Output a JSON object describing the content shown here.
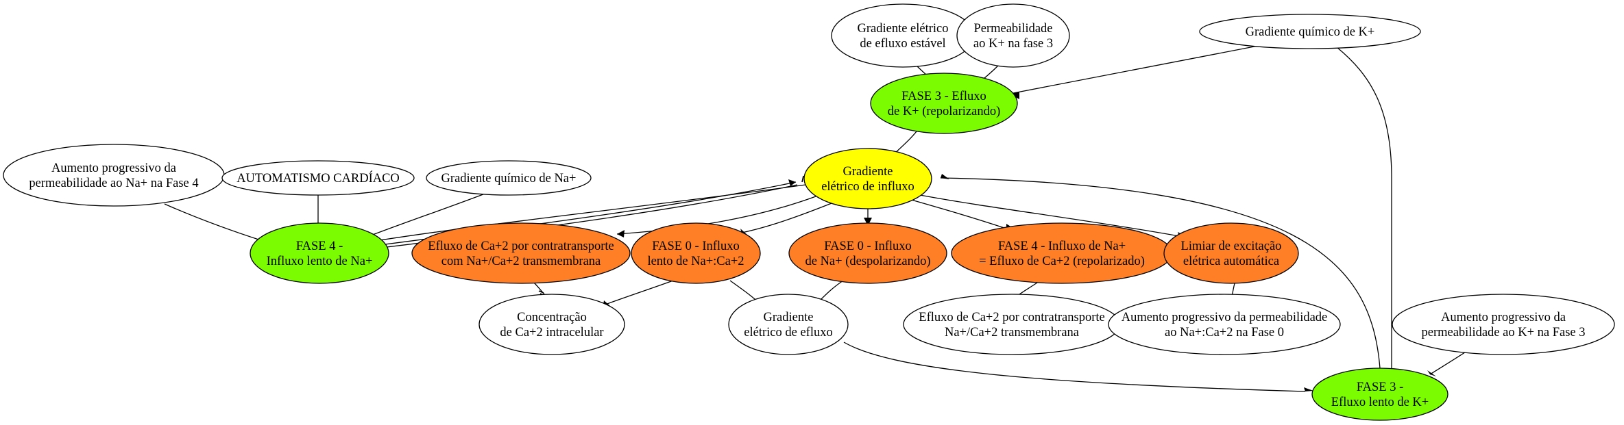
{
  "colors": {
    "green": "#7cfc00",
    "yellow": "#ffff00",
    "orange": "#ff7f27",
    "white": "#ffffff"
  },
  "nodes": [
    {
      "id": "grad_eletrico_efluxo_estavel",
      "lines": [
        "Gradiente elétrico",
        "de efluxo estável"
      ],
      "fill": "white"
    },
    {
      "id": "permeabilidade_k_fase3",
      "lines": [
        "Permeabilidade",
        "ao K+ na fase 3"
      ],
      "fill": "white"
    },
    {
      "id": "grad_quimico_k",
      "lines": [
        "Gradiente químico de K+"
      ],
      "fill": "white"
    },
    {
      "id": "fase3_efluxo_k",
      "lines": [
        "FASE 3 - Efluxo",
        "de K+ (repolarizando)"
      ],
      "fill": "green"
    },
    {
      "id": "grad_eletrico_influxo",
      "lines": [
        "Gradiente",
        "elétrico de influxo"
      ],
      "fill": "yellow"
    },
    {
      "id": "aumento_perm_na_fase4",
      "lines": [
        "Aumento progressivo da",
        "permeabilidade ao Na+ na Fase 4"
      ],
      "fill": "white"
    },
    {
      "id": "automatismo",
      "lines": [
        "AUTOMATISMO CARDÍACO"
      ],
      "fill": "white"
    },
    {
      "id": "grad_quimico_na",
      "lines": [
        "Gradiente químico de Na+"
      ],
      "fill": "white"
    },
    {
      "id": "fase4_influxo_na",
      "lines": [
        "FASE 4 -",
        "Influxo lento de Na+"
      ],
      "fill": "green"
    },
    {
      "id": "efluxo_ca_contra_1",
      "lines": [
        "Efluxo de Ca+2 por contratransporte",
        "com Na+/Ca+2 transmembrana"
      ],
      "fill": "orange"
    },
    {
      "id": "fase0_influxo_lento",
      "lines": [
        "FASE 0 - Influxo",
        "lento de Na+:Ca+2"
      ],
      "fill": "orange"
    },
    {
      "id": "fase0_influxo_na",
      "lines": [
        "FASE 0 - Influxo",
        "de Na+ (despolarizando)"
      ],
      "fill": "orange"
    },
    {
      "id": "fase4_influxo_na_efluxo_ca",
      "lines": [
        "FASE 4 - Influxo de Na+",
        "= Efluxo de Ca+2 (repolarizado)"
      ],
      "fill": "orange"
    },
    {
      "id": "limiar_excitacao",
      "lines": [
        "Limiar de excitação",
        "elétrica automática"
      ],
      "fill": "orange"
    },
    {
      "id": "concentracao_ca",
      "lines": [
        "Concentração",
        "de Ca+2 intracelular"
      ],
      "fill": "white"
    },
    {
      "id": "grad_eletrico_efluxo",
      "lines": [
        "Gradiente",
        "elétrico de efluxo"
      ],
      "fill": "white"
    },
    {
      "id": "efluxo_ca_contra_2",
      "lines": [
        "Efluxo de Ca+2 por contratransporte",
        "Na+/Ca+2 transmembrana"
      ],
      "fill": "white"
    },
    {
      "id": "aumento_perm_na_ca_fase0",
      "lines": [
        "Aumento progressivo da permeabilidade",
        "ao Na+:Ca+2 na Fase 0"
      ],
      "fill": "white"
    },
    {
      "id": "aumento_perm_k_fase3",
      "lines": [
        "Aumento progressivo da",
        "permeabilidade ao K+ na Fase 3"
      ],
      "fill": "white"
    },
    {
      "id": "fase3_efluxo_lento_k",
      "lines": [
        "FASE 3 -",
        "Efluxo lento de K+"
      ],
      "fill": "green"
    }
  ],
  "edges": [
    {
      "from": "grad_eletrico_efluxo_estavel",
      "to": "fase3_efluxo_k",
      "head": "arrow"
    },
    {
      "from": "permeabilidade_k_fase3",
      "to": "fase3_efluxo_k",
      "head": "arrow"
    },
    {
      "from": "grad_quimico_k",
      "to": "fase3_efluxo_k",
      "head": "arrow"
    },
    {
      "from": "grad_quimico_k",
      "to": "fase3_efluxo_lento_k",
      "head": "arrow"
    },
    {
      "from": "fase3_efluxo_k",
      "to": "grad_eletrico_influxo",
      "head": "arrow"
    },
    {
      "from": "aumento_perm_na_fase4",
      "to": "fase4_influxo_na",
      "head": "arrow"
    },
    {
      "from": "automatismo",
      "to": "fase4_influxo_na",
      "head": "arrow"
    },
    {
      "from": "grad_quimico_na",
      "to": "fase4_influxo_na",
      "head": "arrow"
    },
    {
      "from": "grad_eletrico_influxo",
      "to": "fase4_influxo_na",
      "head": "arrow"
    },
    {
      "from": "fase4_influxo_na",
      "to": "grad_eletrico_influxo",
      "head": "arrow"
    },
    {
      "from": "fase4_influxo_na",
      "to": "grad_eletrico_influxo",
      "head": "tee"
    },
    {
      "from": "grad_eletrico_influxo",
      "to": "efluxo_ca_contra_1",
      "head": "arrow"
    },
    {
      "from": "grad_eletrico_influxo",
      "to": "fase0_influxo_lento",
      "head": "arrow"
    },
    {
      "from": "grad_eletrico_influxo",
      "to": "fase0_influxo_na",
      "head": "arrow"
    },
    {
      "from": "grad_eletrico_influxo",
      "to": "fase4_influxo_na_efluxo_ca",
      "head": "arrow"
    },
    {
      "from": "grad_eletrico_influxo",
      "to": "limiar_excitacao",
      "head": "arrow"
    },
    {
      "from": "efluxo_ca_contra_1",
      "to": "concentracao_ca",
      "head": "tee"
    },
    {
      "from": "fase0_influxo_lento",
      "to": "concentracao_ca",
      "head": "arrow"
    },
    {
      "from": "fase0_influxo_lento",
      "to": "grad_eletrico_efluxo",
      "head": "arrow"
    },
    {
      "from": "fase0_influxo_na",
      "to": "grad_eletrico_efluxo",
      "head": "arrow"
    },
    {
      "from": "fase4_influxo_na_efluxo_ca",
      "to": "efluxo_ca_contra_2",
      "head": "arrow"
    },
    {
      "from": "limiar_excitacao",
      "to": "aumento_perm_na_ca_fase0",
      "head": "arrow"
    },
    {
      "from": "grad_eletrico_efluxo",
      "to": "fase3_efluxo_lento_k",
      "head": "arrow"
    },
    {
      "from": "aumento_perm_k_fase3",
      "to": "fase3_efluxo_lento_k",
      "head": "arrow"
    },
    {
      "from": "fase3_efluxo_lento_k",
      "to": "grad_eletrico_influxo",
      "head": "arrow"
    }
  ]
}
